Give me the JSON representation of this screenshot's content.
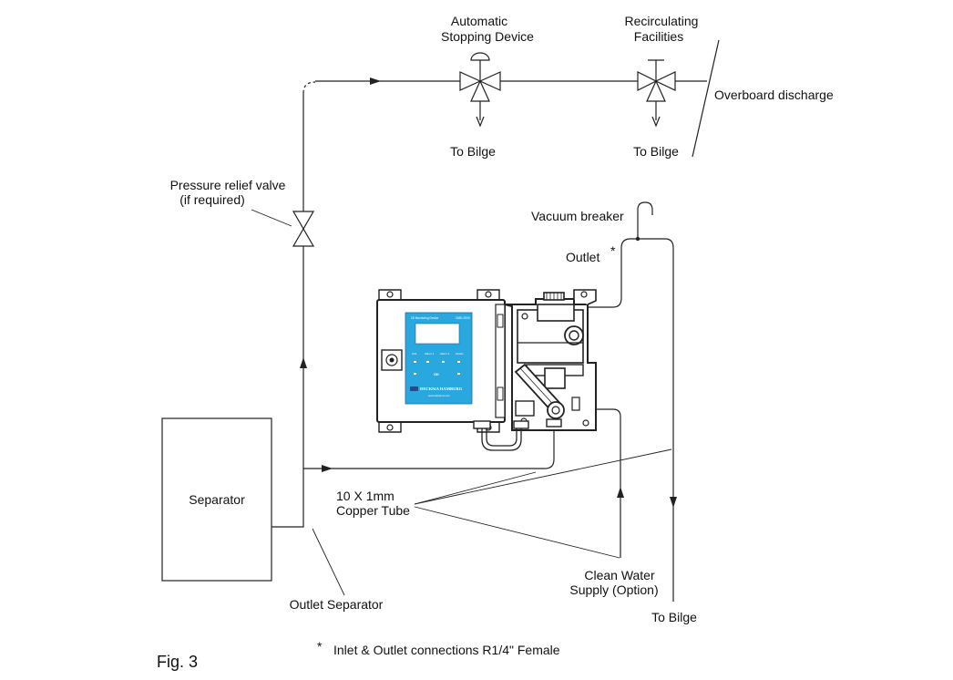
{
  "labels": {
    "automatic_stopping_device": [
      "Automatic",
      "Stopping Device"
    ],
    "recirculating_facilities": [
      "Recirculating",
      "Facilities"
    ],
    "overboard_discharge": "Overboard discharge",
    "to_bilge_1": "To Bilge",
    "to_bilge_2": "To Bilge",
    "to_bilge_3": "To  Bilge",
    "pressure_relief_valve": [
      "Pressure relief valve",
      "(if required)"
    ],
    "vacuum_breaker": "Vacuum breaker",
    "outlet": "Outlet",
    "outlet_star": "*",
    "separator": "Separator",
    "copper_tube": [
      "10 X 1mm",
      "Copper Tube"
    ],
    "clean_water_supply": [
      "Clean Water",
      "Supply (Option)"
    ],
    "outlet_separator": "Outlet Separator",
    "figure_caption": "Fig.  3",
    "footnote_star": "*",
    "footnote": "Inlet & Outlet connections R1/4\" Female"
  },
  "device_panel": {
    "screen_color": "#29a8e0",
    "brand_text": "DECKMA HAMBURG",
    "title_text": "Oil Monitoring Device",
    "model_text": "OMD-2005",
    "key_labels": [
      "CAL",
      "Alarm 1",
      "Alarm 2",
      "Option"
    ],
    "ok_label": "OK",
    "website": "www.deckma.com"
  }
}
